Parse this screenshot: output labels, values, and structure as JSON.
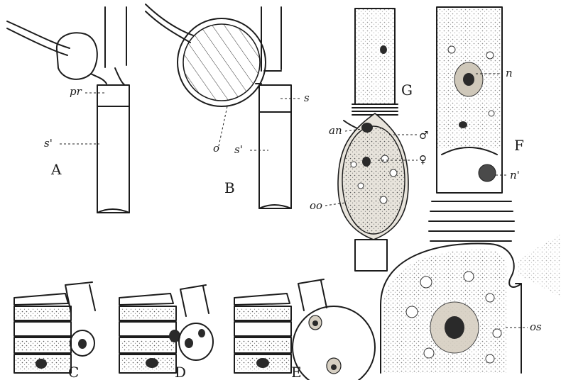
{
  "figures": {
    "A": {
      "label": "A",
      "parts": {
        "pr": "pr",
        "s_prime": "s'"
      }
    },
    "B": {
      "label": "B",
      "parts": {
        "o": "o",
        "s": "s",
        "s_prime": "s'"
      }
    },
    "C": {
      "label": "C"
    },
    "D": {
      "label": "D"
    },
    "E": {
      "label": "E"
    },
    "F": {
      "label": "F",
      "parts": {
        "n": "n",
        "n_prime": "n'",
        "os": "os"
      }
    },
    "G": {
      "label": "G",
      "parts": {
        "an": "an",
        "male": "♂",
        "female": "♀",
        "oo": "oo"
      }
    }
  }
}
